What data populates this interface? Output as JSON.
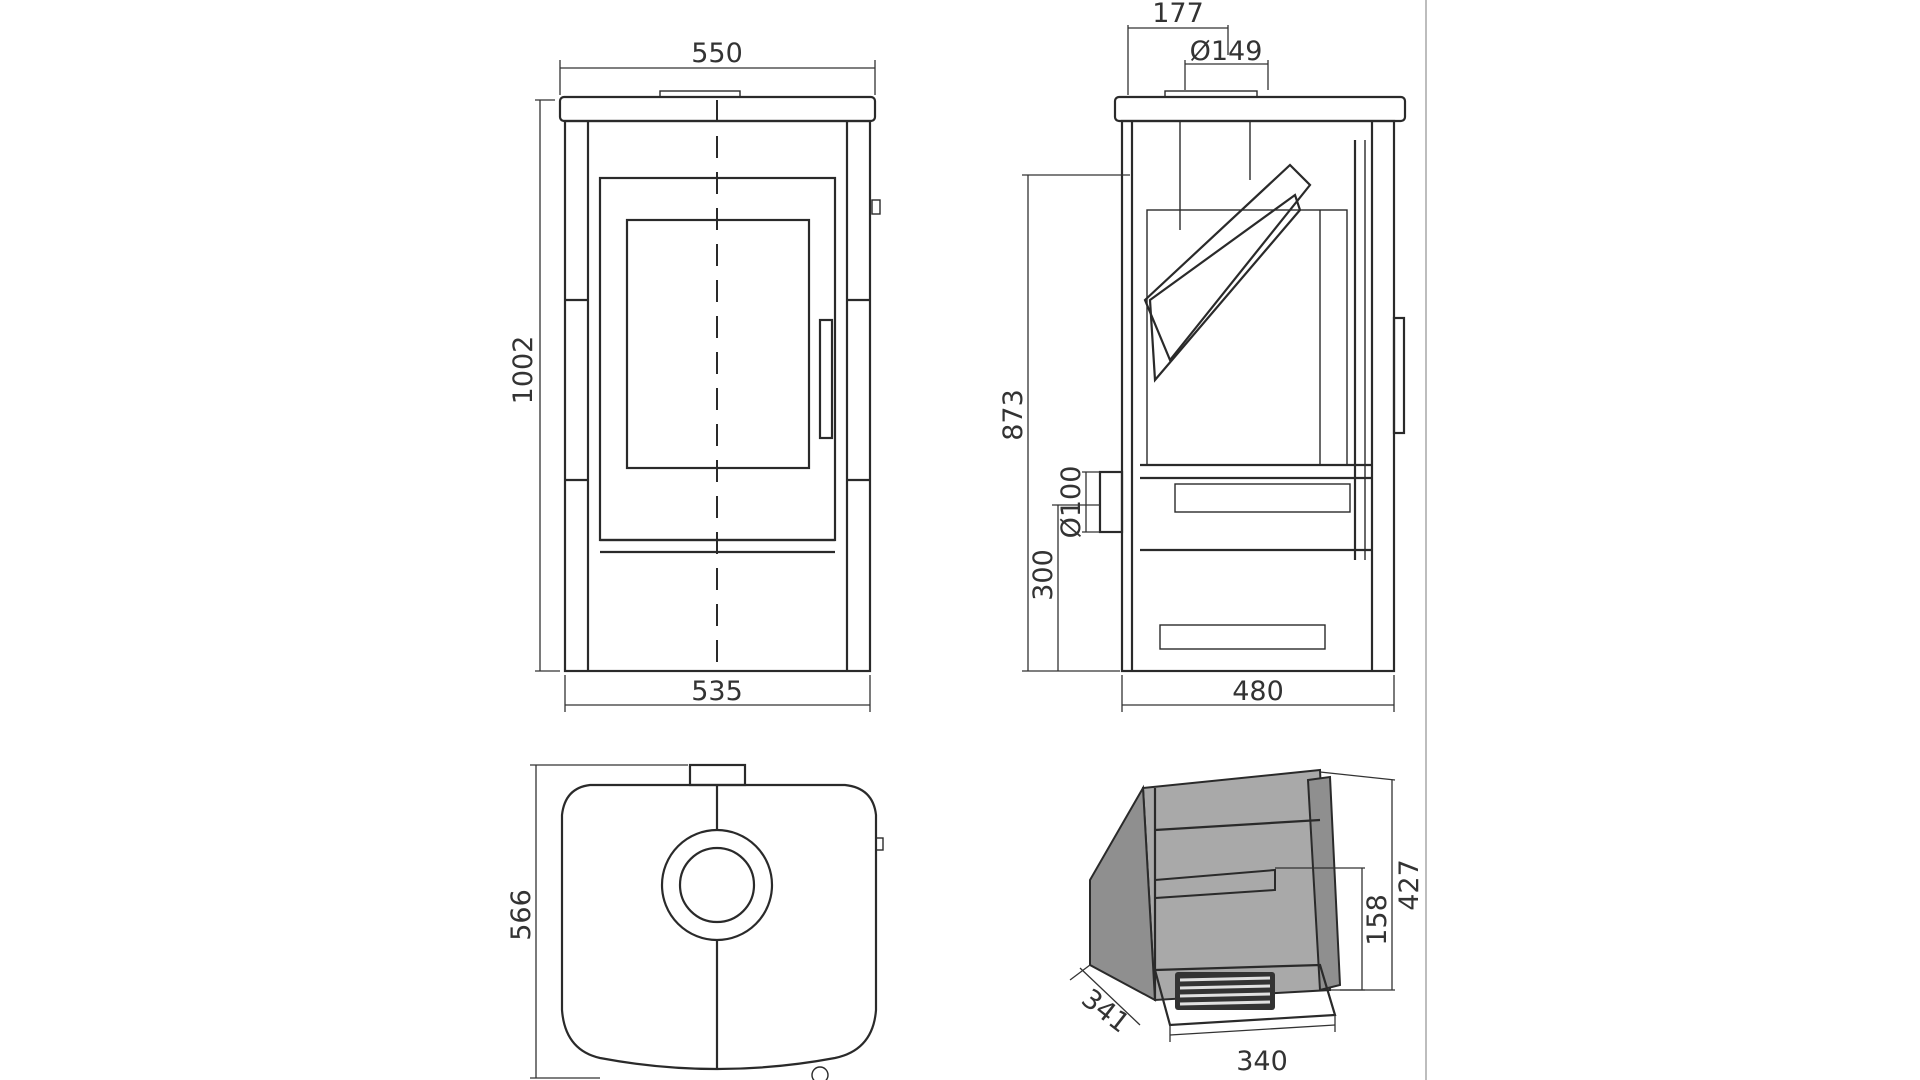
{
  "dimensions": {
    "front_top_width": "550",
    "front_height": "1002",
    "front_base_width": "535",
    "side_outlet_offset": "177",
    "side_outlet_diameter": "Ø149",
    "side_outlet_height": "873",
    "side_air_inlet_height": "300",
    "side_air_inlet_diameter": "Ø100",
    "side_depth": "480",
    "top_depth": "566",
    "firebox_height": "427",
    "firebox_door_height": "158",
    "firebox_depth": "341",
    "firebox_width": "340"
  },
  "colors": {
    "line": "#2a2a2a",
    "firebox_fill": "#a9a9a9"
  }
}
